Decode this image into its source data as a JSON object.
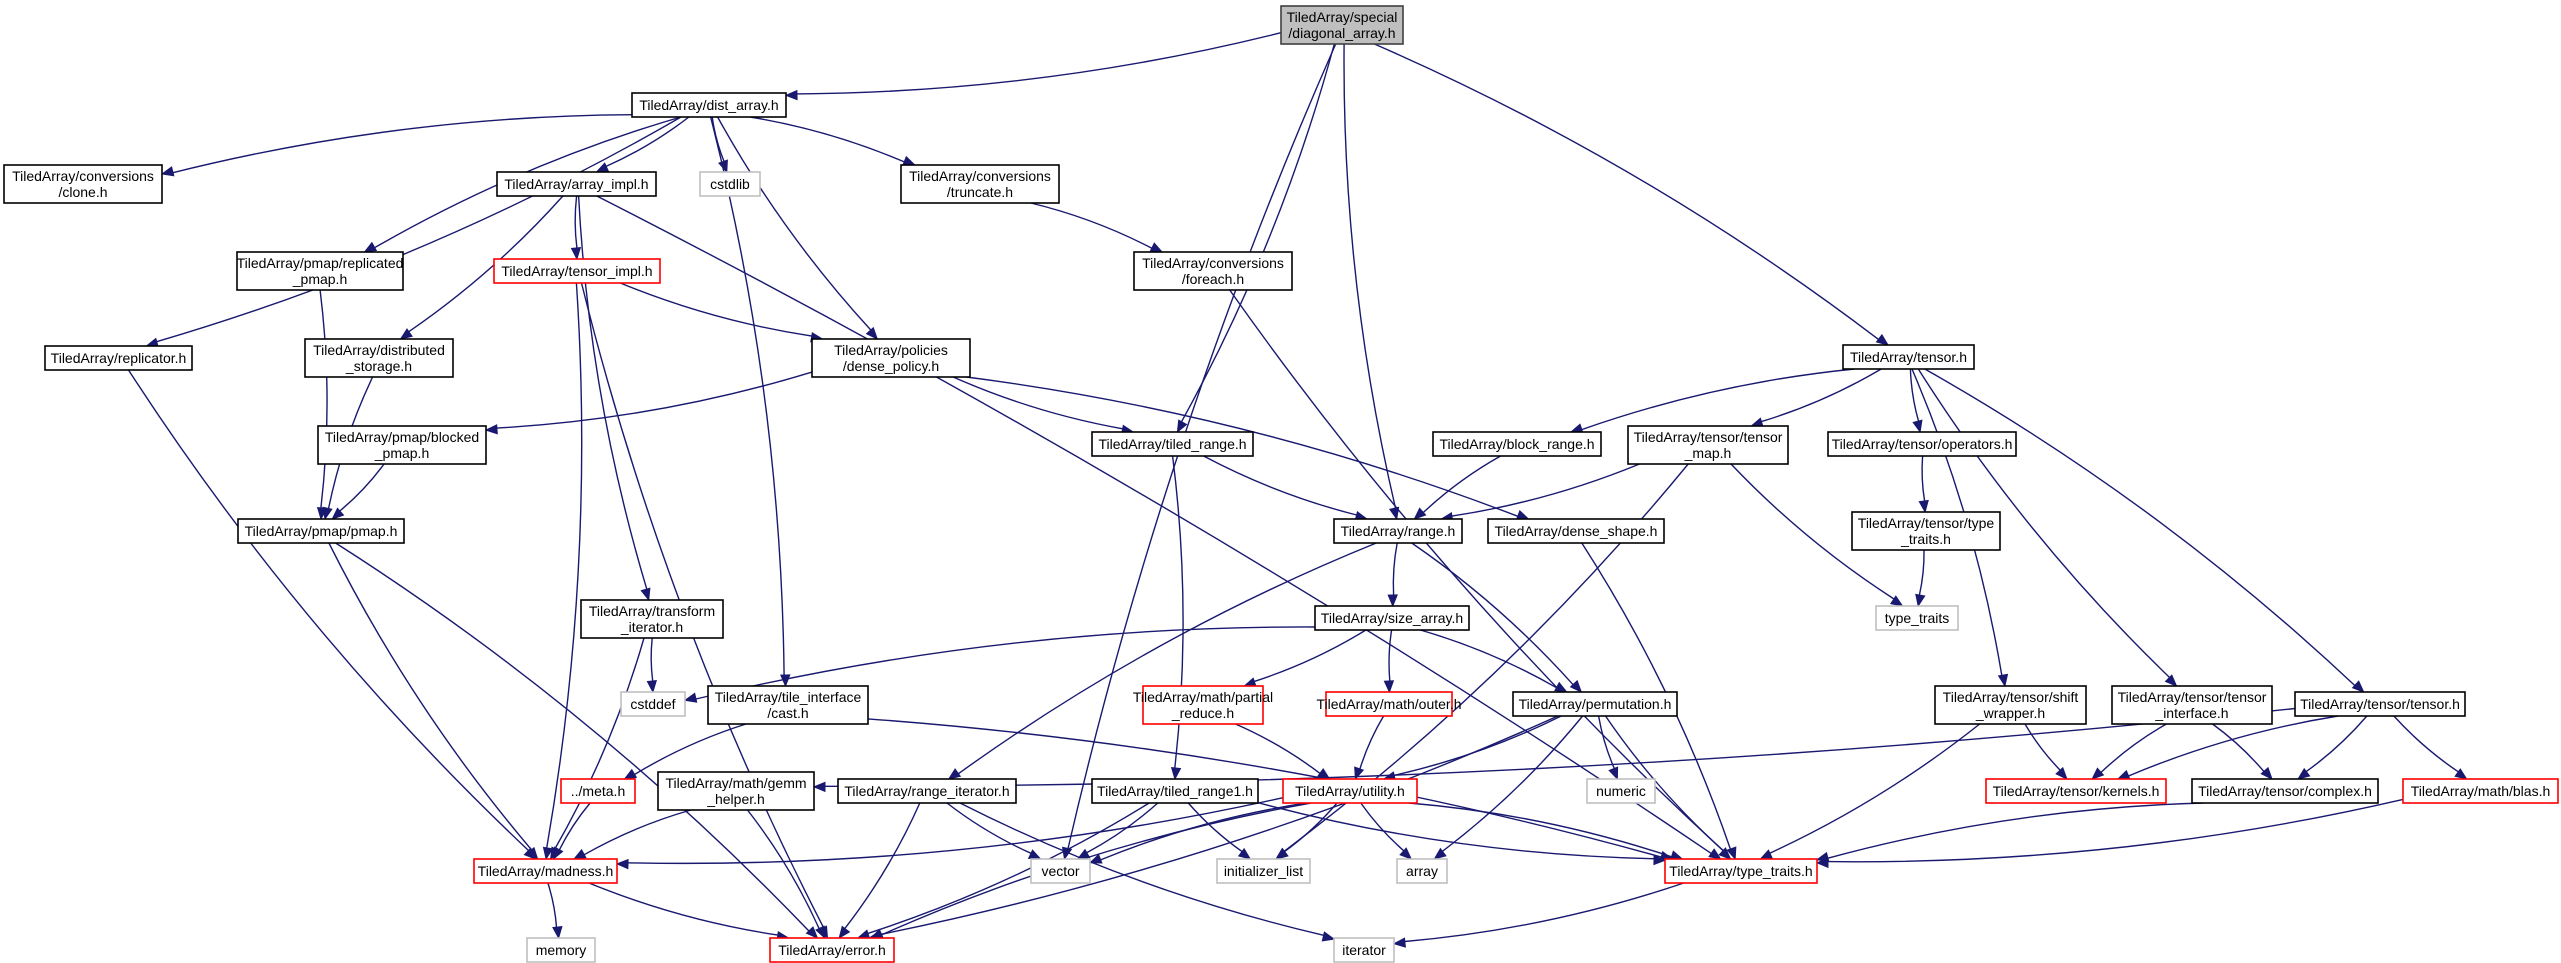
{
  "title": "TiledArray/special/diagonal_array.h include dependency graph",
  "colors": {
    "edge": "#191970",
    "root_fill": "#bfbfbf",
    "normal_border": "#000000",
    "truncated_border": "#ff0000",
    "system_border": "#bfbfbf",
    "node_fill": "#ffffff"
  },
  "nodes": [
    {
      "id": "root",
      "lines": [
        "TiledArray/special",
        "/diagonal_array.h"
      ],
      "kind": "root"
    },
    {
      "id": "dist_array",
      "lines": [
        "TiledArray/dist_array.h"
      ],
      "kind": "normal"
    },
    {
      "id": "clone",
      "lines": [
        "TiledArray/conversions",
        "/clone.h"
      ],
      "kind": "normal"
    },
    {
      "id": "array_impl",
      "lines": [
        "TiledArray/array_impl.h"
      ],
      "kind": "normal"
    },
    {
      "id": "cstdlib",
      "lines": [
        "cstdlib"
      ],
      "kind": "system"
    },
    {
      "id": "truncate",
      "lines": [
        "TiledArray/conversions",
        "/truncate.h"
      ],
      "kind": "normal"
    },
    {
      "id": "replicated_pmap",
      "lines": [
        "TiledArray/pmap/replicated",
        "_pmap.h"
      ],
      "kind": "normal"
    },
    {
      "id": "tensor_impl",
      "lines": [
        "TiledArray/tensor_impl.h"
      ],
      "kind": "truncated"
    },
    {
      "id": "foreach",
      "lines": [
        "TiledArray/conversions",
        "/foreach.h"
      ],
      "kind": "normal"
    },
    {
      "id": "replicator",
      "lines": [
        "TiledArray/replicator.h"
      ],
      "kind": "normal"
    },
    {
      "id": "distributed_storage",
      "lines": [
        "TiledArray/distributed",
        "_storage.h"
      ],
      "kind": "normal"
    },
    {
      "id": "dense_policy",
      "lines": [
        "TiledArray/policies",
        "/dense_policy.h"
      ],
      "kind": "normal"
    },
    {
      "id": "tensor",
      "lines": [
        "TiledArray/tensor.h"
      ],
      "kind": "normal"
    },
    {
      "id": "blocked_pmap",
      "lines": [
        "TiledArray/pmap/blocked",
        "_pmap.h"
      ],
      "kind": "normal"
    },
    {
      "id": "tiled_range",
      "lines": [
        "TiledArray/tiled_range.h"
      ],
      "kind": "normal"
    },
    {
      "id": "block_range",
      "lines": [
        "TiledArray/block_range.h"
      ],
      "kind": "normal"
    },
    {
      "id": "tensor_map",
      "lines": [
        "TiledArray/tensor/tensor",
        "_map.h"
      ],
      "kind": "normal"
    },
    {
      "id": "operators",
      "lines": [
        "TiledArray/tensor/operators.h"
      ],
      "kind": "normal"
    },
    {
      "id": "pmap",
      "lines": [
        "TiledArray/pmap/pmap.h"
      ],
      "kind": "normal"
    },
    {
      "id": "range",
      "lines": [
        "TiledArray/range.h"
      ],
      "kind": "normal"
    },
    {
      "id": "dense_shape",
      "lines": [
        "TiledArray/dense_shape.h"
      ],
      "kind": "normal"
    },
    {
      "id": "tensor_type_traits",
      "lines": [
        "TiledArray/tensor/type",
        "_traits.h"
      ],
      "kind": "normal"
    },
    {
      "id": "size_array",
      "lines": [
        "TiledArray/size_array.h"
      ],
      "kind": "normal"
    },
    {
      "id": "type_traits_sys",
      "lines": [
        "type_traits"
      ],
      "kind": "system"
    },
    {
      "id": "transform_iterator",
      "lines": [
        "TiledArray/transform",
        "_iterator.h"
      ],
      "kind": "normal"
    },
    {
      "id": "cstddef",
      "lines": [
        "cstddef"
      ],
      "kind": "system"
    },
    {
      "id": "cast",
      "lines": [
        "TiledArray/tile_interface",
        "/cast.h"
      ],
      "kind": "normal"
    },
    {
      "id": "partial_reduce",
      "lines": [
        "TiledArray/math/partial",
        "_reduce.h"
      ],
      "kind": "truncated"
    },
    {
      "id": "outer",
      "lines": [
        "TiledArray/math/outer.h"
      ],
      "kind": "truncated"
    },
    {
      "id": "permutation",
      "lines": [
        "TiledArray/permutation.h"
      ],
      "kind": "normal"
    },
    {
      "id": "shift_wrapper",
      "lines": [
        "TiledArray/tensor/shift",
        "_wrapper.h"
      ],
      "kind": "normal"
    },
    {
      "id": "tensor_interface",
      "lines": [
        "TiledArray/tensor/tensor",
        "_interface.h"
      ],
      "kind": "normal"
    },
    {
      "id": "tensor_tensor",
      "lines": [
        "TiledArray/tensor/tensor.h"
      ],
      "kind": "normal"
    },
    {
      "id": "meta",
      "lines": [
        "../meta.h"
      ],
      "kind": "truncated"
    },
    {
      "id": "gemm_helper",
      "lines": [
        "TiledArray/math/gemm",
        "_helper.h"
      ],
      "kind": "normal"
    },
    {
      "id": "range_iterator",
      "lines": [
        "TiledArray/range_iterator.h"
      ],
      "kind": "normal"
    },
    {
      "id": "tiled_range1",
      "lines": [
        "TiledArray/tiled_range1.h"
      ],
      "kind": "normal"
    },
    {
      "id": "utility",
      "lines": [
        "TiledArray/utility.h"
      ],
      "kind": "truncated"
    },
    {
      "id": "numeric",
      "lines": [
        "numeric"
      ],
      "kind": "system"
    },
    {
      "id": "kernels",
      "lines": [
        "TiledArray/tensor/kernels.h"
      ],
      "kind": "truncated"
    },
    {
      "id": "complex",
      "lines": [
        "TiledArray/tensor/complex.h"
      ],
      "kind": "normal"
    },
    {
      "id": "blas",
      "lines": [
        "TiledArray/math/blas.h"
      ],
      "kind": "truncated"
    },
    {
      "id": "madness",
      "lines": [
        "TiledArray/madness.h"
      ],
      "kind": "truncated"
    },
    {
      "id": "vector",
      "lines": [
        "vector"
      ],
      "kind": "system"
    },
    {
      "id": "initializer_list",
      "lines": [
        "initializer_list"
      ],
      "kind": "system"
    },
    {
      "id": "array",
      "lines": [
        "array"
      ],
      "kind": "system"
    },
    {
      "id": "type_traits_h",
      "lines": [
        "TiledArray/type_traits.h"
      ],
      "kind": "truncated"
    },
    {
      "id": "memory",
      "lines": [
        "memory"
      ],
      "kind": "system"
    },
    {
      "id": "error",
      "lines": [
        "TiledArray/error.h"
      ],
      "kind": "truncated"
    },
    {
      "id": "iterator",
      "lines": [
        "iterator"
      ],
      "kind": "system"
    }
  ],
  "edges": [
    [
      "root",
      "dist_array"
    ],
    [
      "root",
      "vector"
    ],
    [
      "root",
      "tiled_range"
    ],
    [
      "root",
      "range"
    ],
    [
      "root",
      "tensor"
    ],
    [
      "dist_array",
      "clone"
    ],
    [
      "dist_array",
      "array_impl"
    ],
    [
      "dist_array",
      "cstdlib"
    ],
    [
      "dist_array",
      "truncate"
    ],
    [
      "dist_array",
      "replicated_pmap"
    ],
    [
      "dist_array",
      "replicator"
    ],
    [
      "dist_array",
      "dense_policy"
    ],
    [
      "dist_array",
      "cast"
    ],
    [
      "array_impl",
      "tensor_impl"
    ],
    [
      "array_impl",
      "distributed_storage"
    ],
    [
      "array_impl",
      "transform_iterator"
    ],
    [
      "array_impl",
      "type_traits_h"
    ],
    [
      "tensor_impl",
      "dense_policy"
    ],
    [
      "tensor_impl",
      "madness"
    ],
    [
      "tensor_impl",
      "error"
    ],
    [
      "truncate",
      "foreach"
    ],
    [
      "foreach",
      "type_traits_h"
    ],
    [
      "replicated_pmap",
      "pmap"
    ],
    [
      "distributed_storage",
      "pmap"
    ],
    [
      "blocked_pmap",
      "pmap"
    ],
    [
      "replicator",
      "madness"
    ],
    [
      "dense_policy",
      "blocked_pmap"
    ],
    [
      "dense_policy",
      "tiled_range"
    ],
    [
      "dense_policy",
      "dense_shape"
    ],
    [
      "pmap",
      "madness"
    ],
    [
      "pmap",
      "error"
    ],
    [
      "tensor",
      "block_range"
    ],
    [
      "tensor",
      "tensor_map"
    ],
    [
      "tensor",
      "operators"
    ],
    [
      "tensor",
      "shift_wrapper"
    ],
    [
      "tensor",
      "tensor_interface"
    ],
    [
      "tensor",
      "tensor_tensor"
    ],
    [
      "block_range",
      "range"
    ],
    [
      "tensor_map",
      "range"
    ],
    [
      "tensor_map",
      "type_traits_sys"
    ],
    [
      "tensor_map",
      "initializer_list"
    ],
    [
      "operators",
      "tensor_type_traits"
    ],
    [
      "tensor_type_traits",
      "type_traits_sys"
    ],
    [
      "tiled_range",
      "range"
    ],
    [
      "tiled_range",
      "tiled_range1"
    ],
    [
      "range",
      "size_array"
    ],
    [
      "range",
      "permutation"
    ],
    [
      "range",
      "range_iterator"
    ],
    [
      "dense_shape",
      "type_traits_h"
    ],
    [
      "size_array",
      "cstddef"
    ],
    [
      "size_array",
      "partial_reduce"
    ],
    [
      "size_array",
      "outer"
    ],
    [
      "size_array",
      "permutation"
    ],
    [
      "transform_iterator",
      "cstddef"
    ],
    [
      "transform_iterator",
      "madness"
    ],
    [
      "cast",
      "meta"
    ],
    [
      "cast",
      "type_traits_h"
    ],
    [
      "meta",
      "madness"
    ],
    [
      "partial_reduce",
      "utility"
    ],
    [
      "outer",
      "utility"
    ],
    [
      "permutation",
      "utility"
    ],
    [
      "permutation",
      "numeric"
    ],
    [
      "permutation",
      "array"
    ],
    [
      "permutation",
      "type_traits_h"
    ],
    [
      "permutation",
      "error"
    ],
    [
      "shift_wrapper",
      "kernels"
    ],
    [
      "shift_wrapper",
      "type_traits_h"
    ],
    [
      "tensor_interface",
      "kernels"
    ],
    [
      "tensor_interface",
      "complex"
    ],
    [
      "tensor_tensor",
      "kernels"
    ],
    [
      "tensor_tensor",
      "complex"
    ],
    [
      "tensor_tensor",
      "blas"
    ],
    [
      "tensor_tensor",
      "gemm_helper"
    ],
    [
      "complex",
      "type_traits_h"
    ],
    [
      "blas",
      "type_traits_h"
    ],
    [
      "gemm_helper",
      "madness"
    ],
    [
      "gemm_helper",
      "error"
    ],
    [
      "range_iterator",
      "vector"
    ],
    [
      "range_iterator",
      "error"
    ],
    [
      "range_iterator",
      "iterator"
    ],
    [
      "tiled_range1",
      "vector"
    ],
    [
      "tiled_range1",
      "initializer_list"
    ],
    [
      "tiled_range1",
      "error"
    ],
    [
      "tiled_range1",
      "type_traits_h"
    ],
    [
      "utility",
      "madness"
    ],
    [
      "utility",
      "vector"
    ],
    [
      "utility",
      "initializer_list"
    ],
    [
      "utility",
      "array"
    ],
    [
      "utility",
      "type_traits_h"
    ],
    [
      "utility",
      "error"
    ],
    [
      "madness",
      "memory"
    ],
    [
      "madness",
      "error"
    ],
    [
      "type_traits_h",
      "iterator"
    ]
  ]
}
